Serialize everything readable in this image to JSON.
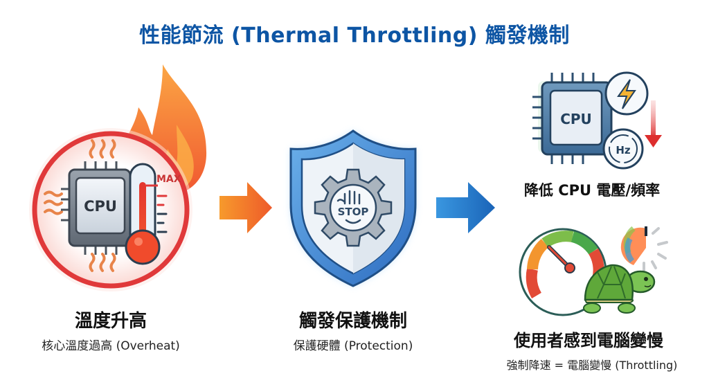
{
  "title": "性能節流 (Thermal Throttling) 觸發機制",
  "colors": {
    "title": "#0d55a4",
    "fire": "#f4742a",
    "ring_red": "#e0393a",
    "arrow_orange": "#f5862a",
    "arrow_blue": "#1f72c6",
    "shield_blue": "#3a86d6",
    "down_arrow_red": "#e03a3a",
    "turtle_green": "#5aa83a"
  },
  "steps": [
    {
      "id": "overheat",
      "icon": "cpu-thermometer-fire-icon",
      "icon_labels": {
        "chip": "CPU",
        "gauge": "MAX"
      },
      "heading": "溫度升高",
      "subtitle": "核心溫度過高 (Overheat)"
    },
    {
      "id": "protection",
      "icon": "shield-gear-stop-icon",
      "icon_labels": {
        "stop": "STOP"
      },
      "heading": "觸發保護機制",
      "subtitle": "保護硬體 (Protection)"
    },
    {
      "id": "throttling",
      "results": [
        {
          "icon": "cpu-voltage-frequency-down-icon",
          "icon_labels": {
            "chip": "CPU",
            "freq": "Hz"
          },
          "heading": "降低 CPU 電壓/頻率"
        },
        {
          "icon": "speedometer-turtle-spinner-icon",
          "heading": "使用者感到電腦變慢",
          "subtitle": "強制降速 = 電腦變慢 (Throttling)"
        }
      ]
    }
  ],
  "arrows": [
    "arrow-right-orange",
    "arrow-right-blue"
  ]
}
